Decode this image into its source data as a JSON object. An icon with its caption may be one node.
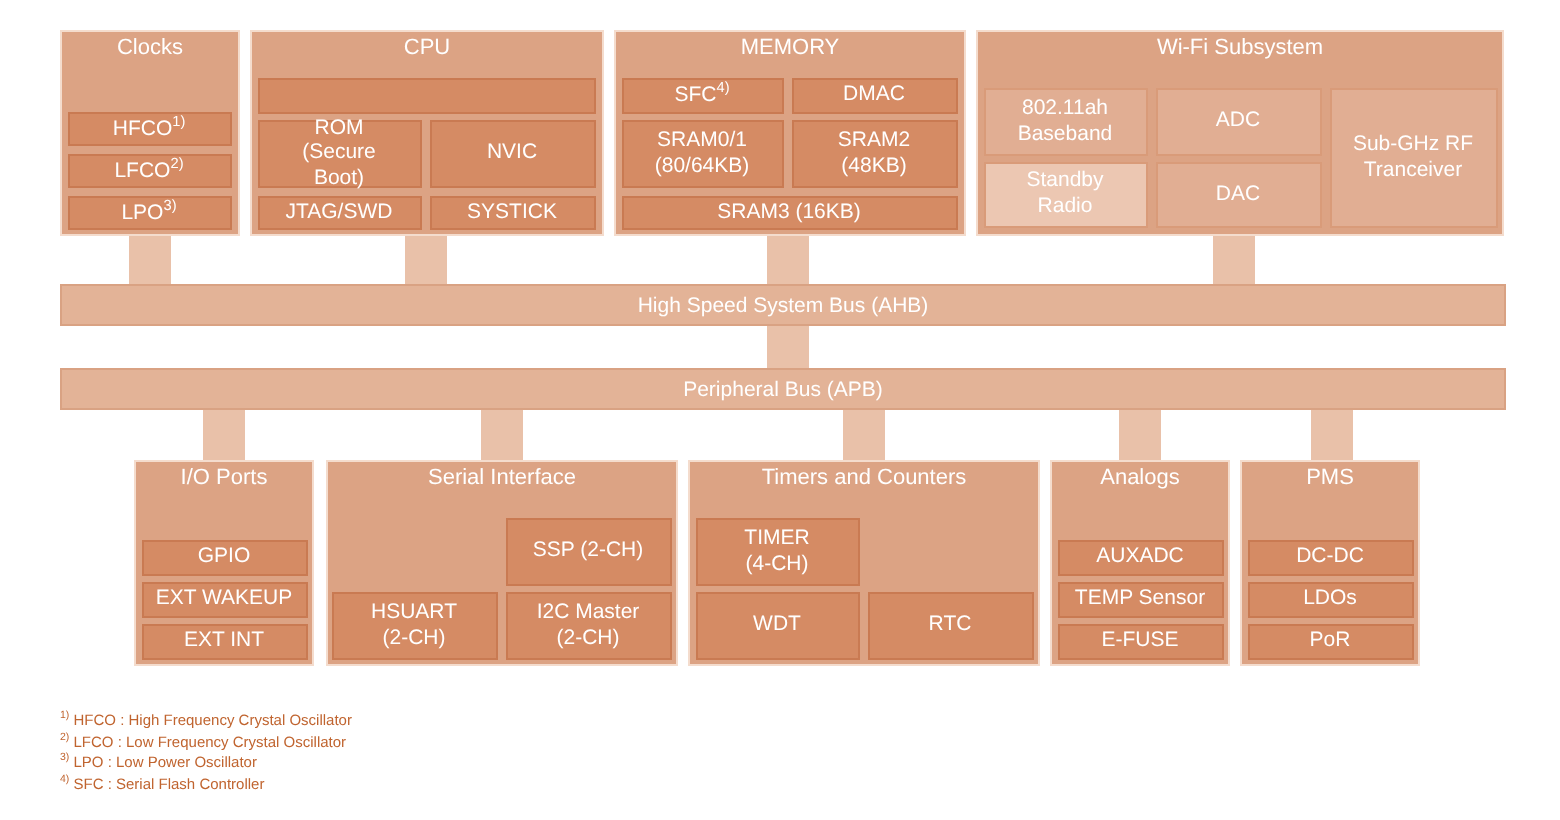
{
  "diagram": {
    "nodes": [
      {
        "text": [
          "Clocks"
        ]
      },
      {
        "text": [
          "HFCO$^{1)}$"
        ],
        "in": 0
      },
      {
        "text": [
          "LFCO$^{2)}$"
        ],
        "in": 0
      },
      {
        "text": [
          "LPO$^{3)}$"
        ],
        "in": 0
      },
      {
        "text": [
          "CPU"
        ]
      },
      {
        "text": [],
        "shape": "box",
        "in": 4
      },
      {
        "text": [
          "ROM (Secure Boot)"
        ],
        "in": 4
      },
      {
        "text": [
          "NVIC"
        ],
        "in": 4
      },
      {
        "text": [
          "JTAG/SWD"
        ],
        "in": 4
      },
      {
        "text": [
          "SYSTICK"
        ],
        "in": 4
      },
      {
        "text": [
          "MEMORY"
        ]
      },
      {
        "text": [
          "SFC$^{4)}$"
        ],
        "in": 10
      },
      {
        "text": [
          "DMAC"
        ],
        "in": 10
      },
      {
        "text": [
          "SRAM0/1 (80/64KB)"
        ],
        "in": 10
      },
      {
        "text": [
          "SRAM2 (48KB)"
        ],
        "in": 10
      },
      {
        "text": [
          "SRAM3 (16KB)"
        ],
        "in": 10
      },
      {
        "text": [
          "Wi-Fi Subsystem"
        ]
      },
      {
        "text": [
          "802.11ah Baseband"
        ],
        "in": 16
      },
      {
        "text": [
          "Standby Radio"
        ],
        "in": 16
      },
      {
        "text": [
          "ADC"
        ],
        "in": 16
      },
      {
        "text": [
          "DAC"
        ],
        "in": 16
      },
      {
        "text": [
          "Sub-GHz RF Tranceiver"
        ],
        "in": 16
      },
      {
        "text": [
          "High Speed System Bus (AHB)"
        ]
      },
      {
        "text": [
          "Peripheral Bus (APB)"
        ]
      },
      {
        "text": [
          "I/O Ports"
        ]
      },
      {
        "text": [
          "GPIO"
        ],
        "in": 24
      },
      {
        "text": [
          "EXT WAKEUP"
        ],
        "in": 24
      },
      {
        "text": [
          "EXT INT"
        ],
        "in": 24
      },
      {
        "text": [
          "Serial Interface"
        ]
      },
      {
        "text": [
          "SSP (2-CH)"
        ],
        "in": 28
      },
      {
        "text": [
          "HSUART (2-CH)"
        ],
        "in": 28
      },
      {
        "text": [
          "I2C Master (2-CH)"
        ],
        "in": 28
      },
      {
        "text": [
          "Timers and Counters"
        ]
      },
      {
        "text": [
          "TIMER (4-CH)"
        ],
        "in": 32
      },
      {
        "text": [
          "WDT"
        ],
        "in": 32
      },
      {
        "text": [
          "RTC"
        ],
        "in": 32
      },
      {
        "text": [
          "Analogs"
        ]
      },
      {
        "text": [
          "AUXADC"
        ],
        "in": 36
      },
      {
        "text": [
          "TEMP Sensor"
        ],
        "in": 36
      },
      {
        "text": [
          "E-FUSE"
        ],
        "in": 36
      },
      {
        "text": [
          "PMS"
        ]
      },
      {
        "text": [
          "DC-DC"
        ],
        "in": 40
      },
      {
        "text": [
          "LDOs"
        ],
        "in": 40
      },
      {
        "text": [
          "PoR"
        ],
        "in": 40
      }
    ],
    "edges": [
      {
        "from": 0,
        "to": 22,
        "arrow": "none"
      },
      {
        "from": 4,
        "to": 22,
        "arrow": "none"
      },
      {
        "from": 10,
        "to": 22,
        "arrow": "none"
      },
      {
        "from": 16,
        "to": 22,
        "arrow": "none"
      },
      {
        "from": 22,
        "to": 23,
        "arrow": "none"
      },
      {
        "from": 23,
        "to": 24,
        "arrow": "none"
      },
      {
        "from": 23,
        "to": 28,
        "arrow": "none"
      },
      {
        "from": 23,
        "to": 32,
        "arrow": "none"
      },
      {
        "from": 23,
        "to": 36,
        "arrow": "none"
      },
      {
        "from": 23,
        "to": 40,
        "arrow": "none"
      }
    ],
    "labels": [
      "$^{1)}$ HFCO : High Frequency Crystal Oscillator",
      "$^{2)}$ LFCO : Low Frequency Crystal Oscillator",
      "$^{3)}$ LPO : Low Power Oscillator",
      "$^{4)}$ SFC : Serial Flash Controller"
    ]
  }
}
